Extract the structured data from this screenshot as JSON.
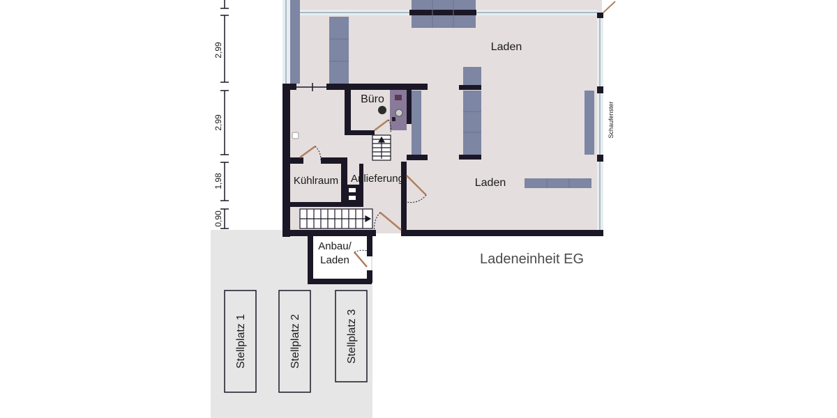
{
  "plan": {
    "title": "Ladeneinheit EG",
    "rooms": {
      "laden_top": "Laden",
      "laden_bottom": "Laden",
      "buero": "Büro",
      "kuehlraum": "Kühlraum",
      "anlieferung": "Anlieferung",
      "anbau_line1": "Anbau/",
      "anbau_line2": "Laden"
    },
    "side_label": "Schaufenster",
    "dimensions": [
      "2,99",
      "2,99",
      "1,98",
      "0,90"
    ],
    "parking": [
      "Stellplatz 1",
      "Stellplatz 2",
      "Stellplatz 3"
    ]
  }
}
